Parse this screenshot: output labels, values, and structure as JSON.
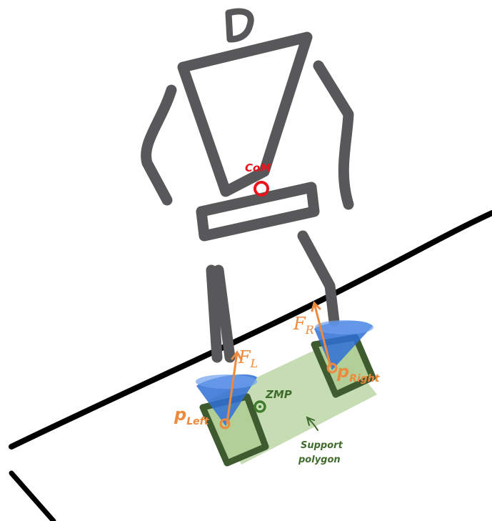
{
  "labels": {
    "com": "CoM",
    "force_left_main": "F",
    "force_left_sub": "L",
    "force_right_main": "F",
    "force_right_sub": "R",
    "p_left_main": "p",
    "p_left_sub": "Left",
    "p_right_main": "p",
    "p_right_sub": "Right",
    "zmp": "ZMP",
    "support_line1": "Support",
    "support_line2": "polygon"
  },
  "colors": {
    "robot": "#58585a",
    "ground_line": "#000000",
    "com": "#e8141c",
    "force": "#ed8a3e",
    "cone": "#2f6fd6",
    "polygon_fill": "#bcd6a6",
    "foot_outline": "#3d5b2f",
    "zmp": "#3f7a2d",
    "support_text": "#3f6b2c"
  }
}
